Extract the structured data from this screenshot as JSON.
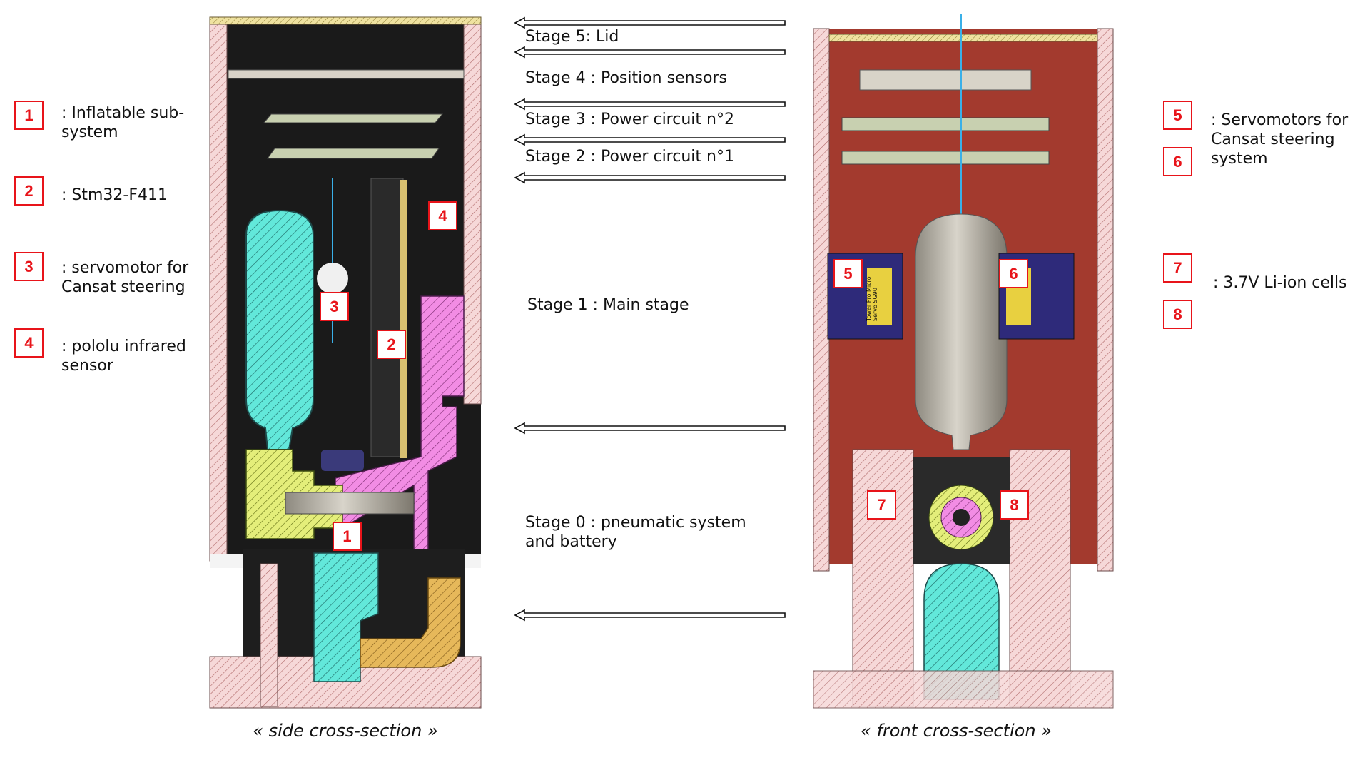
{
  "left_legend": [
    {
      "number": "1",
      "text": ": Inflatable sub-system"
    },
    {
      "number": "2",
      "text": ": Stm32-F411"
    },
    {
      "number": "3",
      "text": ": servomotor for Cansat steering"
    },
    {
      "number": "4",
      "text": ": pololu infrared sensor"
    }
  ],
  "right_legend": [
    {
      "number": "5",
      "text": ": Servomotors for Cansat steering system"
    },
    {
      "number": "6"
    },
    {
      "number": "7",
      "text": ": 3.7V Li-ion cells"
    },
    {
      "number": "8"
    }
  ],
  "stages": {
    "stage5": "Stage 5: Lid",
    "stage4": "Stage 4 : Position sensors",
    "stage3": "Stage 3 : Power circuit n°2",
    "stage2": "Stage 2 : Power circuit n°1",
    "stage1": "Stage 1 : Main stage",
    "stage0": "Stage 0 : pneumatic system and battery"
  },
  "diagram_labels": {
    "side": [
      "4",
      "3",
      "2",
      "1"
    ],
    "front": [
      "5",
      "6",
      "7",
      "8"
    ],
    "servo_text": "Tower Pro Micro Servo SG90"
  },
  "captions": {
    "side": "« side cross-section »",
    "front": "« front cross-section »"
  },
  "colors": {
    "label_red": "#e8141a",
    "shell_pink": "#f4d4d4",
    "interior_red": "#a33a2e",
    "cyan_part": "#5ee6d8",
    "pink_part": "#f08ae0",
    "yellow_part": "#e8f07a",
    "gold_part": "#e6b85a",
    "servo_blue": "#2e2a7a"
  }
}
